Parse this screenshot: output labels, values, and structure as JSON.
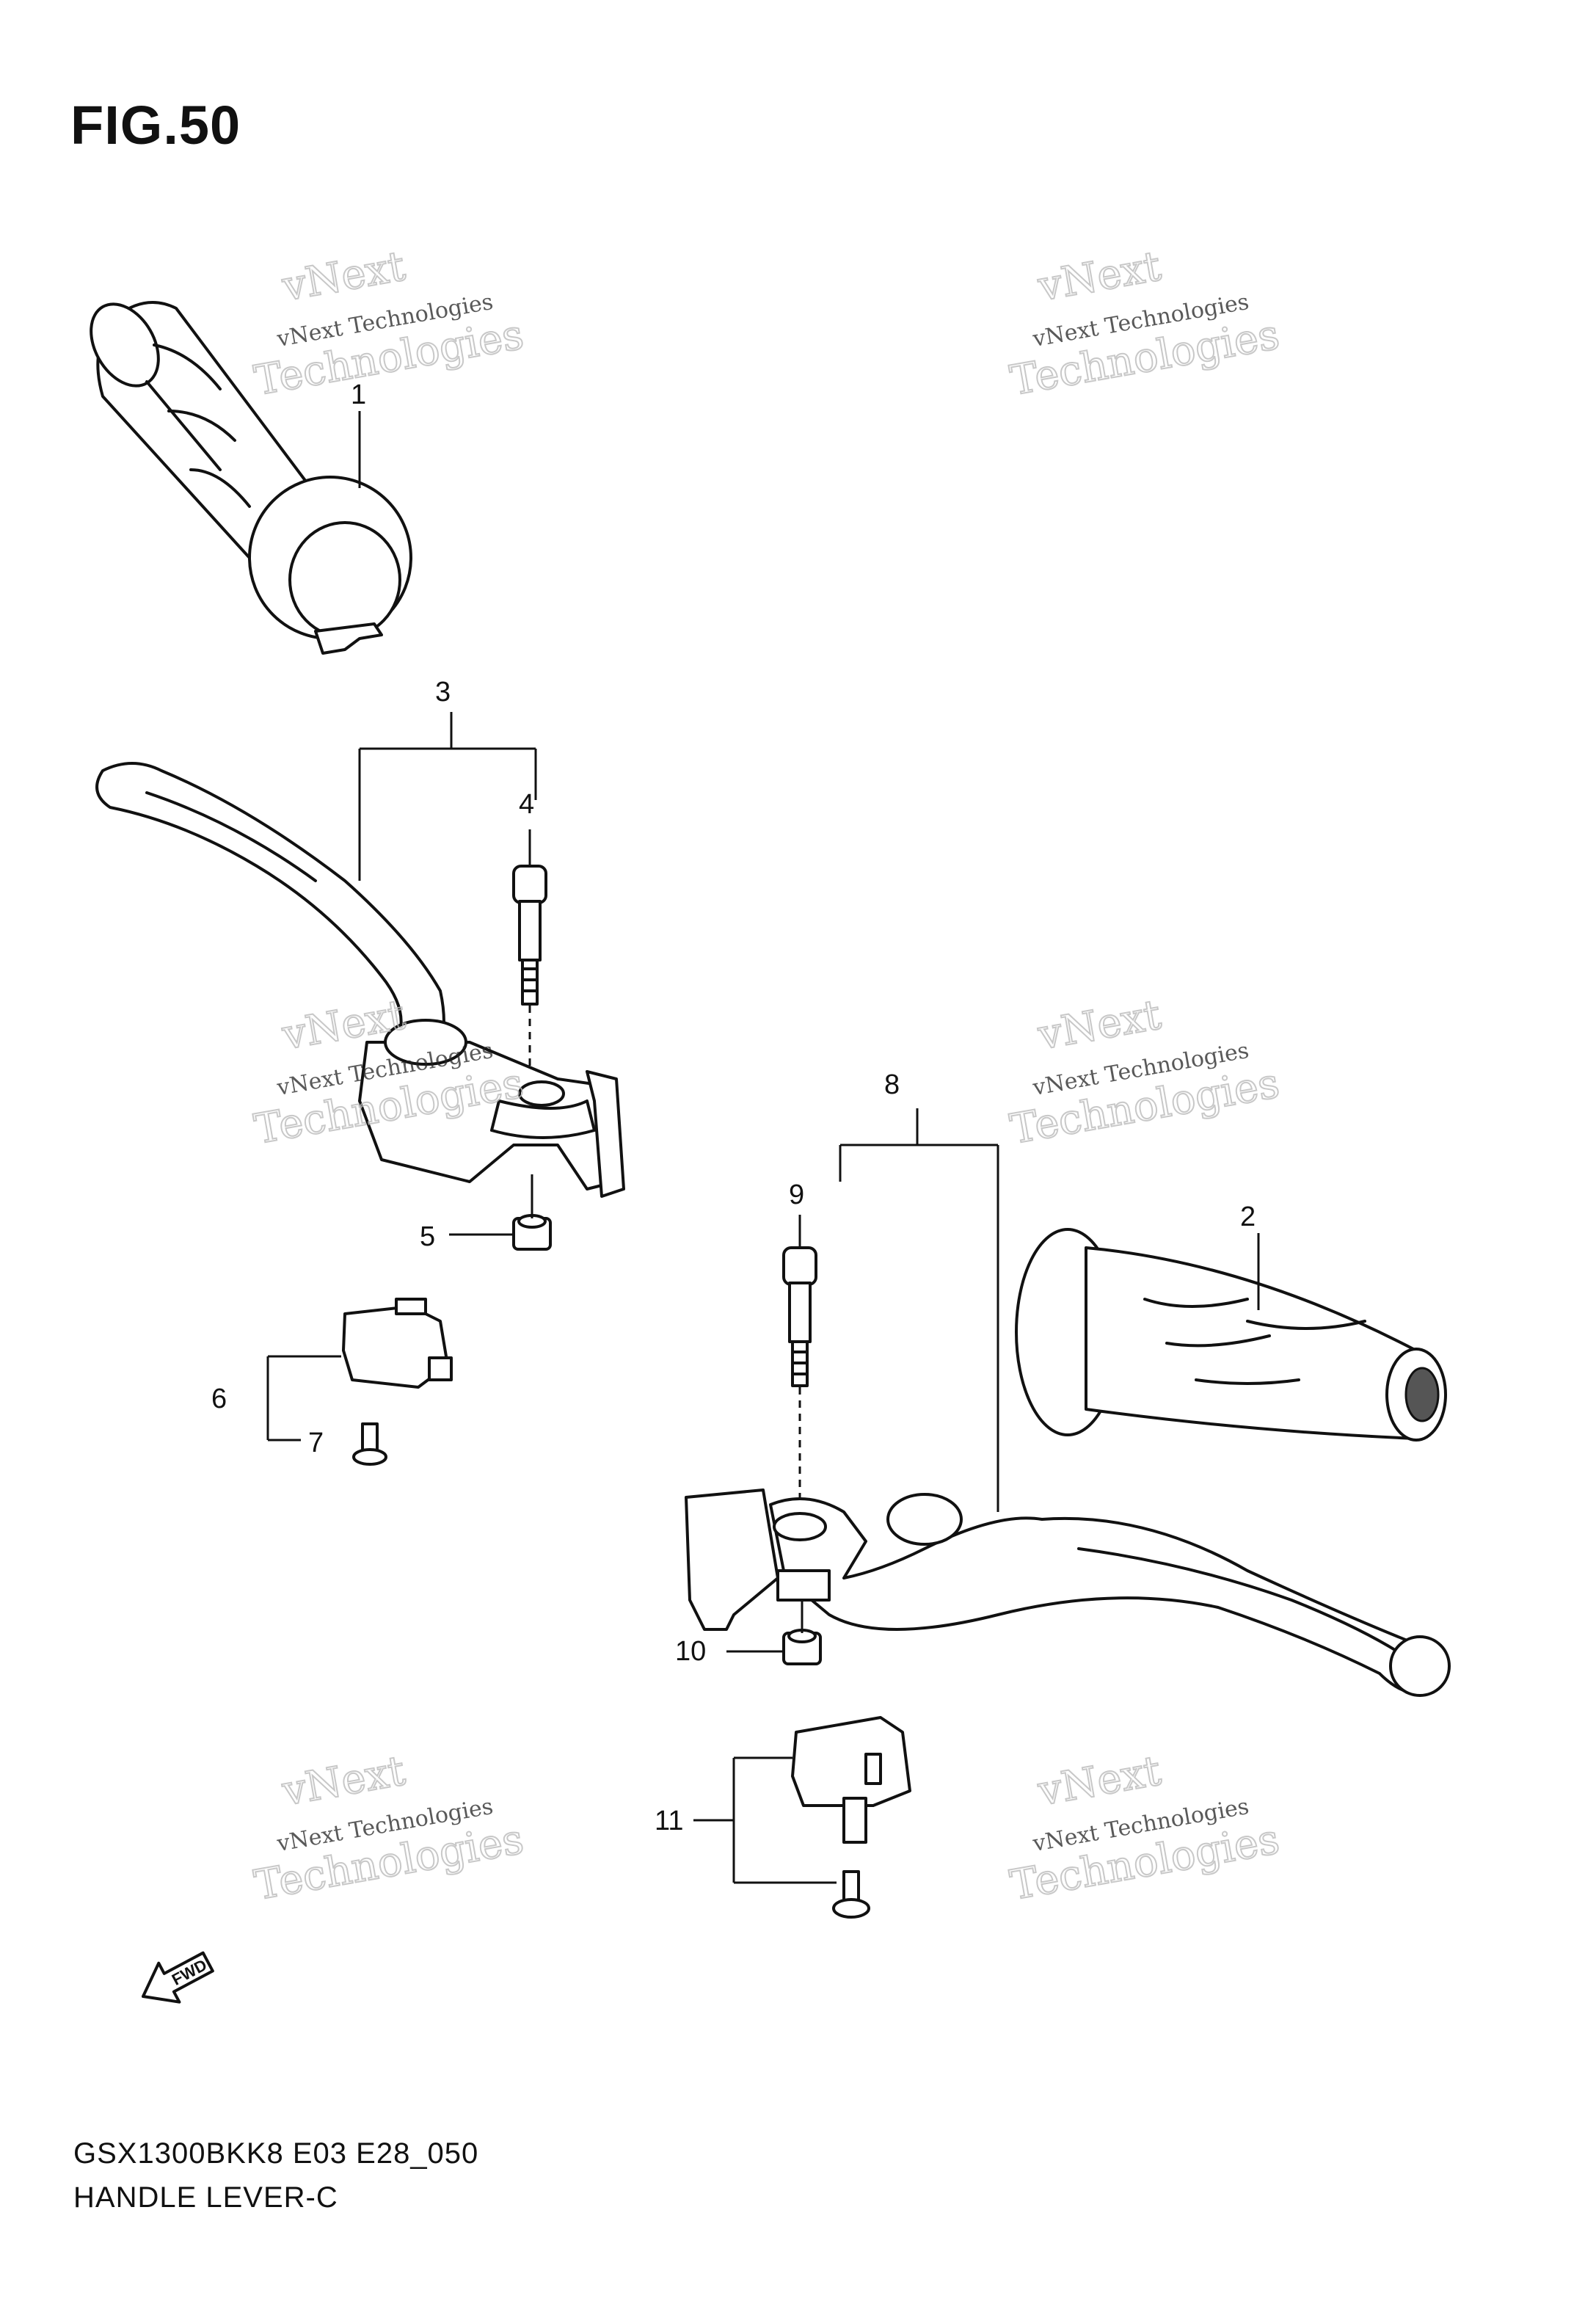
{
  "figure": {
    "title": "FIG.50",
    "model_code": "GSX1300BKK8 E03 E28_050",
    "caption": "HANDLE LEVER-C"
  },
  "callouts": [
    "1",
    "2",
    "3",
    "4",
    "5",
    "6",
    "7",
    "8",
    "9",
    "10",
    "11"
  ],
  "watermark": {
    "company": "vNext Technologies",
    "line1": "vNext",
    "line2": "Technologies"
  },
  "direction_badge": "FWD",
  "colors": {
    "line": "#111111",
    "background": "#ffffff",
    "watermark": "#bbbbbb"
  }
}
